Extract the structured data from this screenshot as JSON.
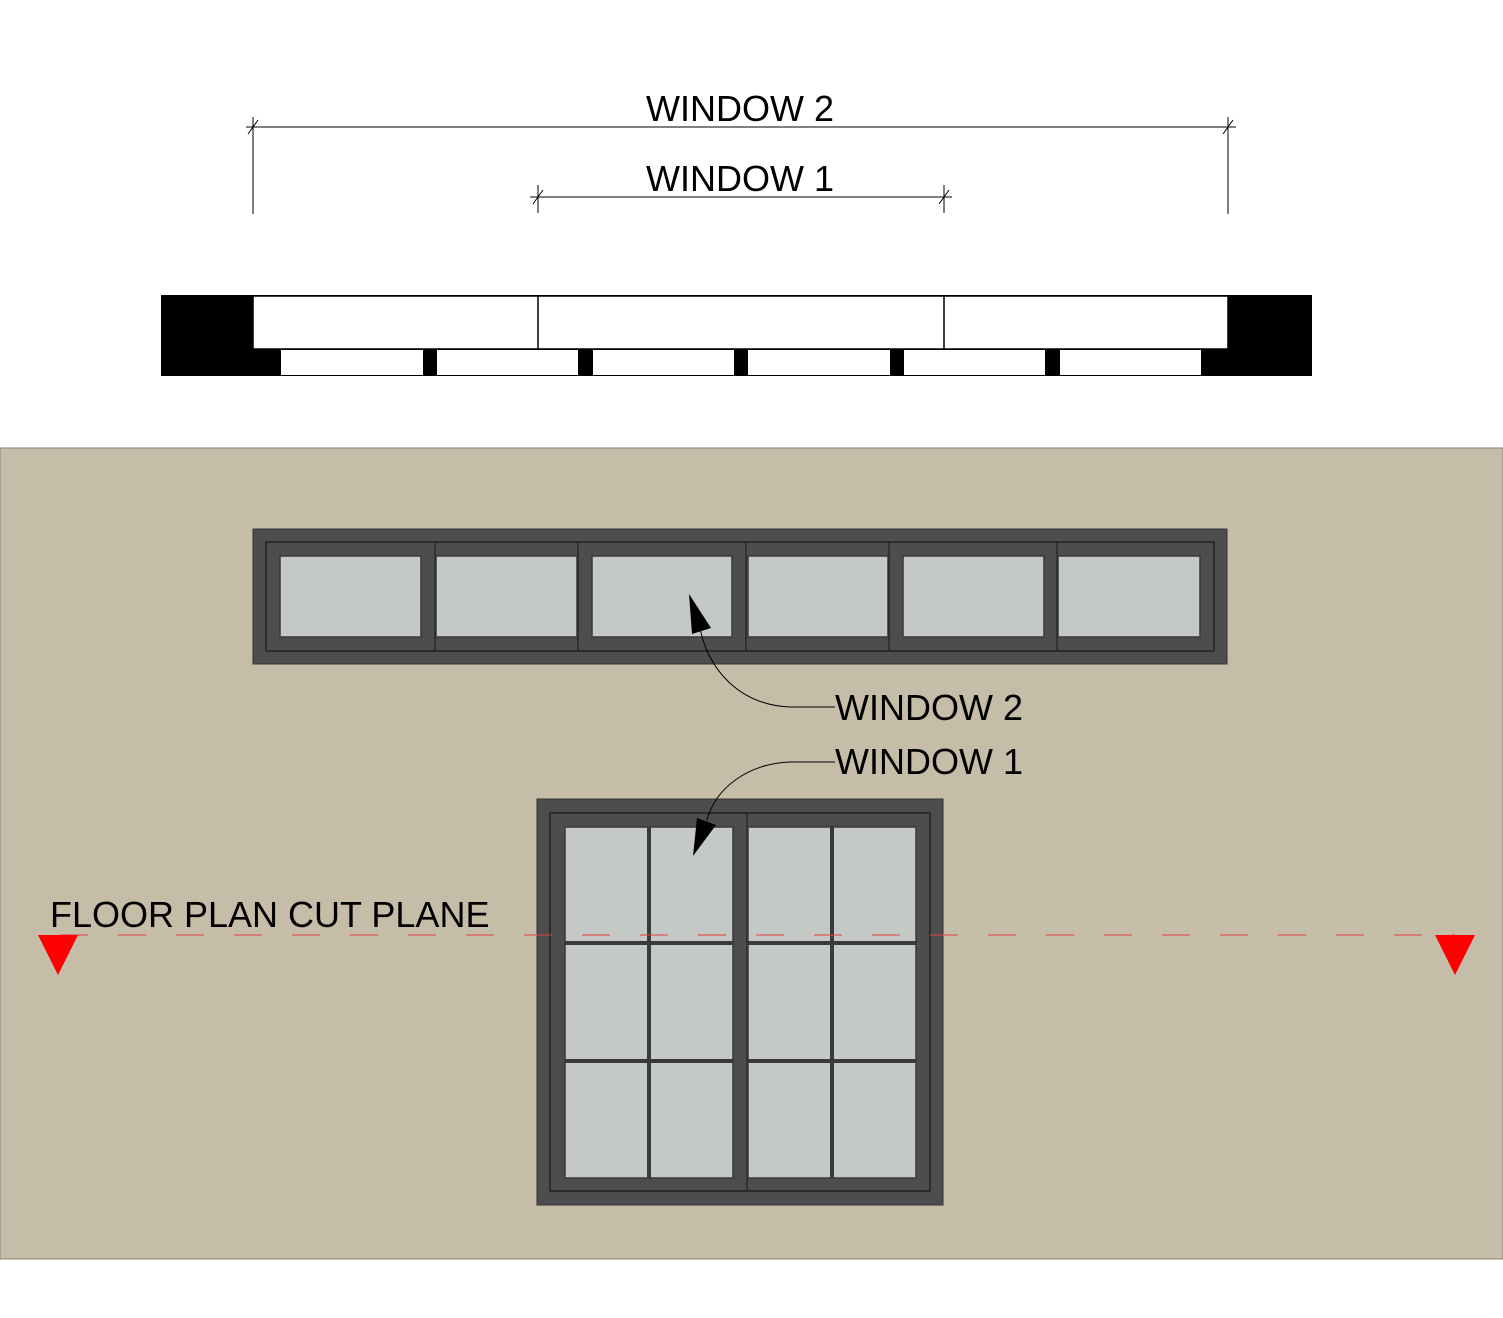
{
  "dimensions": {
    "window2_label": "WINDOW 2",
    "window1_label": "WINDOW 1"
  },
  "elevation": {
    "window2_tag": "WINDOW 2",
    "window1_tag": "WINDOW 1",
    "cut_plane_label": "FLOOR PLAN CUT PLANE"
  },
  "colors": {
    "wall": "#c6bda8",
    "frame": "#4d4d4d",
    "glass": "#c4c9c6",
    "cut_plane": "#ff0000"
  }
}
